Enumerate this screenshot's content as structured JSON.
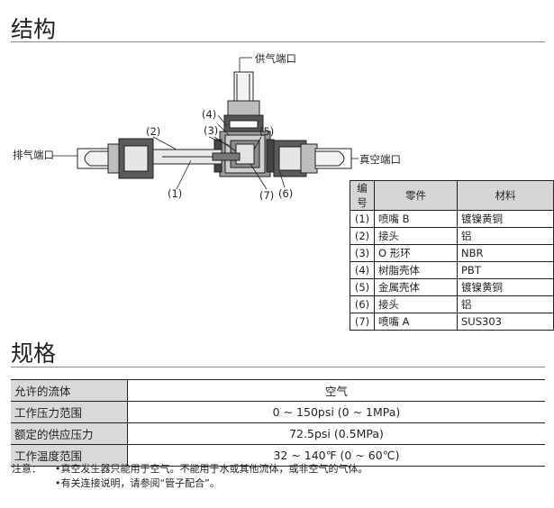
{
  "structure": {
    "title": "结构",
    "callouts": {
      "supply_port": "供气端口",
      "exhaust_port": "排气端口",
      "vacuum_port": "真空端口",
      "c1": "(1)",
      "c2": "(2)",
      "c3": "(3)",
      "c4": "(4)",
      "c5": "(5)",
      "c6": "(6)",
      "c7": "(7)"
    },
    "parts_table": {
      "headers": [
        "编号",
        "零件",
        "材料"
      ],
      "rows": [
        {
          "no": "(1)",
          "part": "喷嘴 B",
          "material": "镀镍黄铜"
        },
        {
          "no": "(2)",
          "part": "接头",
          "material": "铝"
        },
        {
          "no": "(3)",
          "part": "O 形环",
          "material": "NBR"
        },
        {
          "no": "(4)",
          "part": "树脂壳体",
          "material": "PBT"
        },
        {
          "no": "(5)",
          "part": "金属壳体",
          "material": "镀镍黄铜"
        },
        {
          "no": "(6)",
          "part": "接头",
          "material": "铝"
        },
        {
          "no": "(7)",
          "part": "喷嘴 A",
          "material": "SUS303"
        }
      ]
    }
  },
  "specs": {
    "title": "规格",
    "rows": [
      {
        "label": "允许的流体",
        "value": "空气"
      },
      {
        "label": "工作压力范围",
        "value": "0 ~ 150psi (0 ~ 1MPa)"
      },
      {
        "label": "额定的供应压力",
        "value": "72.5psi (0.5MPa)"
      },
      {
        "label": "工作温度范围",
        "value": "32 ~ 140℉ (0 ~ 60℃)"
      }
    ],
    "note_label": "注意：",
    "notes": [
      "•真空发生器只能用于空气。不能用于水或其他流体，或非空气的气体。",
      "•有关连接说明，请参阅“管子配合”。"
    ]
  }
}
